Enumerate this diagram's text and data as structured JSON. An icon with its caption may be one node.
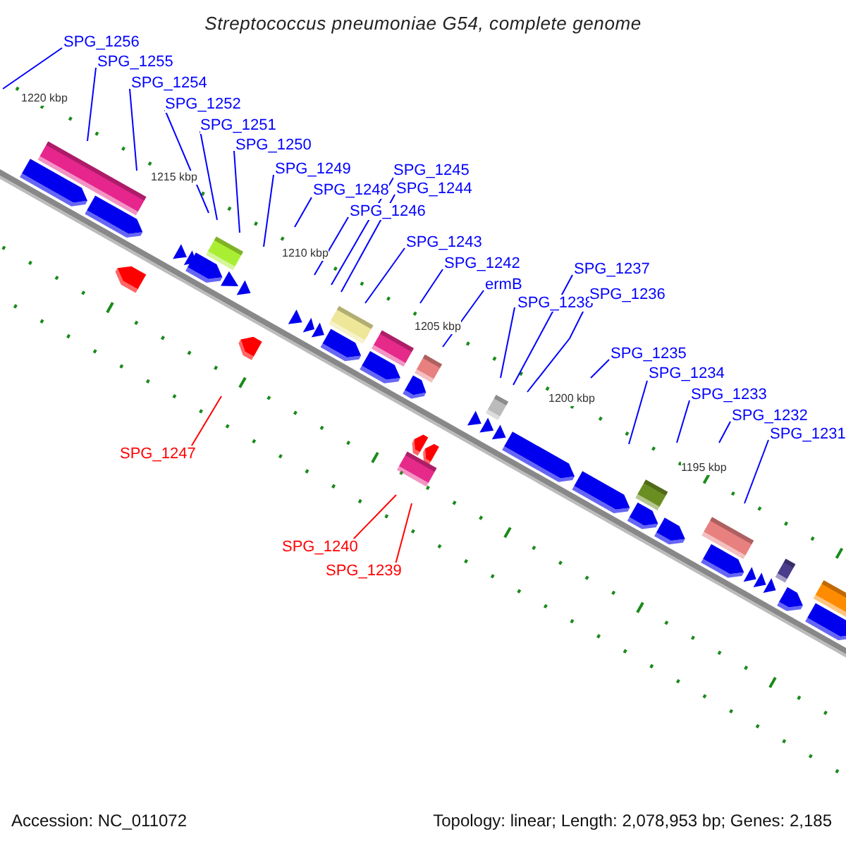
{
  "diagram": {
    "title": "Streptococcus pneumoniae G54, complete genome",
    "nodes": [
      {
        "text": [
          "SPG_1256"
        ]
      },
      {
        "text": [
          "SPG_1255"
        ]
      },
      {
        "text": [
          "SPG_1254"
        ]
      },
      {
        "text": [
          "SPG_1252"
        ]
      },
      {
        "text": [
          "SPG_1251"
        ]
      },
      {
        "text": [
          "SPG_1250"
        ]
      },
      {
        "text": [
          "SPG_1249"
        ]
      },
      {
        "text": [
          "SPG_1248"
        ]
      },
      {
        "text": [
          "SPG_1245"
        ]
      },
      {
        "text": [
          "SPG_1244"
        ]
      },
      {
        "text": [
          "SPG_1246"
        ]
      },
      {
        "text": [
          "SPG_1243"
        ]
      },
      {
        "text": [
          "SPG_1242"
        ]
      },
      {
        "text": [
          "ermB"
        ]
      },
      {
        "text": [
          "SPG_1238"
        ]
      },
      {
        "text": [
          "SPG_1237"
        ]
      },
      {
        "text": [
          "SPG_1236"
        ]
      },
      {
        "text": [
          "SPG_1235"
        ]
      },
      {
        "text": [
          "SPG_1234"
        ]
      },
      {
        "text": [
          "SPG_1233"
        ]
      },
      {
        "text": [
          "SPG_1232"
        ]
      },
      {
        "text": [
          "SPG_1231"
        ]
      },
      {
        "text": [
          "SPG_1247"
        ]
      },
      {
        "text": [
          "SPG_1240"
        ]
      },
      {
        "text": [
          "SPG_1239"
        ]
      }
    ],
    "edges": [
      {
        "from": 0,
        "to": null,
        "arrow": "none"
      },
      {
        "from": 1,
        "to": null,
        "arrow": "none"
      },
      {
        "from": 2,
        "to": null,
        "arrow": "none"
      },
      {
        "from": 3,
        "to": null,
        "arrow": "none"
      },
      {
        "from": 4,
        "to": null,
        "arrow": "none"
      },
      {
        "from": 5,
        "to": null,
        "arrow": "none"
      },
      {
        "from": 6,
        "to": null,
        "arrow": "none"
      },
      {
        "from": 7,
        "to": null,
        "arrow": "none"
      },
      {
        "from": 8,
        "to": null,
        "arrow": "none"
      },
      {
        "from": 9,
        "to": null,
        "arrow": "none"
      },
      {
        "from": 10,
        "to": null,
        "arrow": "none"
      },
      {
        "from": 11,
        "to": null,
        "arrow": "none"
      },
      {
        "from": 12,
        "to": null,
        "arrow": "none"
      },
      {
        "from": 13,
        "to": null,
        "arrow": "none"
      },
      {
        "from": 14,
        "to": null,
        "arrow": "none"
      },
      {
        "from": 15,
        "to": null,
        "arrow": "none"
      },
      {
        "from": 16,
        "to": null,
        "arrow": "none"
      },
      {
        "from": 17,
        "to": null,
        "arrow": "none"
      },
      {
        "from": 18,
        "to": null,
        "arrow": "none"
      },
      {
        "from": 19,
        "to": null,
        "arrow": "none"
      },
      {
        "from": 20,
        "to": null,
        "arrow": "none"
      },
      {
        "from": 21,
        "to": null,
        "arrow": "none"
      },
      {
        "from": 22,
        "to": null,
        "arrow": "none",
        "color": "#ff0000"
      },
      {
        "from": 23,
        "to": null,
        "arrow": "none",
        "color": "#ff0000"
      },
      {
        "from": 24,
        "to": null,
        "arrow": "none",
        "color": "#ff0000"
      }
    ],
    "labels": [
      "1220 kbp",
      "1215 kbp",
      "1210 kbp",
      "1205 kbp",
      "1200 kbp",
      "1195 kbp",
      "Accession: NC_011072",
      "Topology: linear; Length: 2,078,953 bp; Genes: 2,185"
    ]
  }
}
